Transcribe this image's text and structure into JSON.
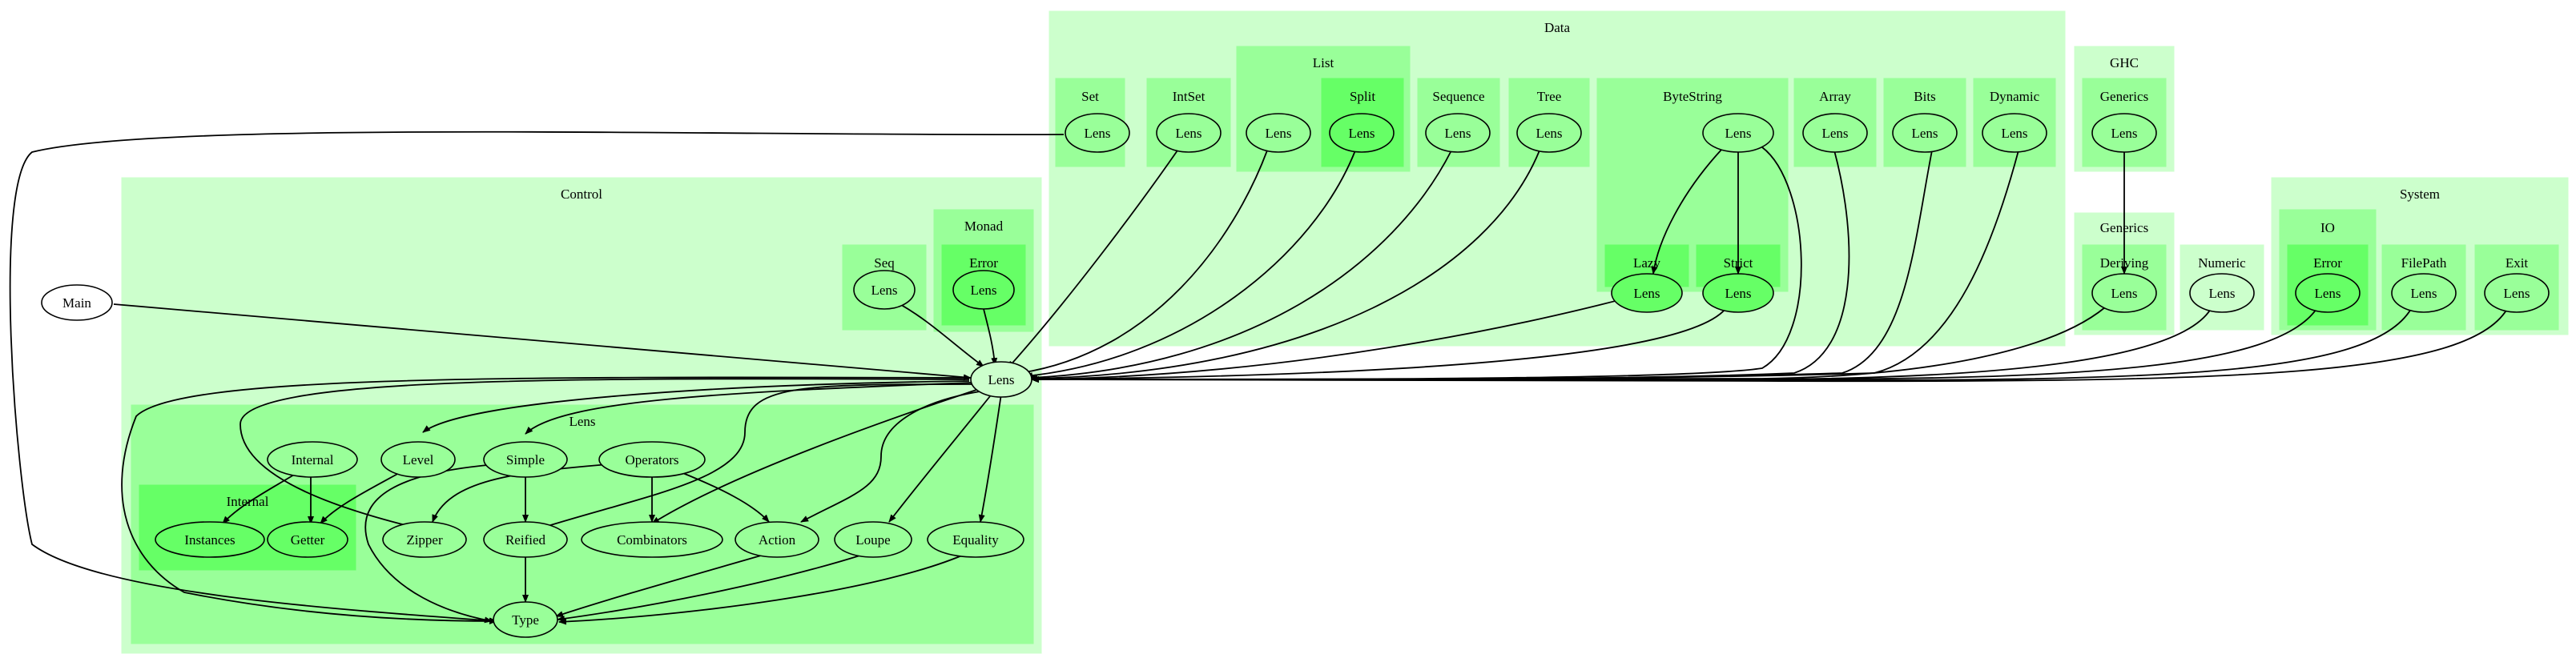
{
  "clusters": {
    "data": "Data",
    "set": "Set",
    "intset": "IntSet",
    "list": "List",
    "split": "Split",
    "sequence": "Sequence",
    "tree": "Tree",
    "bytestring": "ByteString",
    "lazy": "Lazy",
    "strict": "Strict",
    "array": "Array",
    "bits": "Bits",
    "dynamic": "Dynamic",
    "ghc": "GHC",
    "ghc_generics": "Generics",
    "generics": "Generics",
    "deriving": "Deriving",
    "numeric": "Numeric",
    "system": "System",
    "io": "IO",
    "io_error": "Error",
    "filepath": "FilePath",
    "exit": "Exit",
    "control": "Control",
    "monad": "Monad",
    "monad_error": "Error",
    "seq": "Seq",
    "lens": "Lens",
    "internal": "Internal"
  },
  "nodes": {
    "main": "Main",
    "control_lens": "Lens",
    "seq_lens": "Lens",
    "monad_error_lens": "Lens",
    "set_lens": "Lens",
    "intset_lens": "Lens",
    "list_lens": "Lens",
    "split_lens": "Lens",
    "sequence_lens": "Lens",
    "tree_lens": "Lens",
    "bytestring_lens": "Lens",
    "lazy_lens": "Lens",
    "strict_lens": "Lens",
    "array_lens": "Lens",
    "bits_lens": "Lens",
    "dynamic_lens": "Lens",
    "ghc_generics_lens": "Lens",
    "deriving_lens": "Lens",
    "numeric_lens": "Lens",
    "io_error_lens": "Lens",
    "filepath_lens": "Lens",
    "exit_lens": "Lens",
    "internal": "Internal",
    "level": "Level",
    "simple": "Simple",
    "operators": "Operators",
    "instances": "Instances",
    "getter": "Getter",
    "zipper": "Zipper",
    "reified": "Reified",
    "combinators": "Combinators",
    "action": "Action",
    "loupe": "Loupe",
    "equality": "Equality",
    "type": "Type"
  }
}
